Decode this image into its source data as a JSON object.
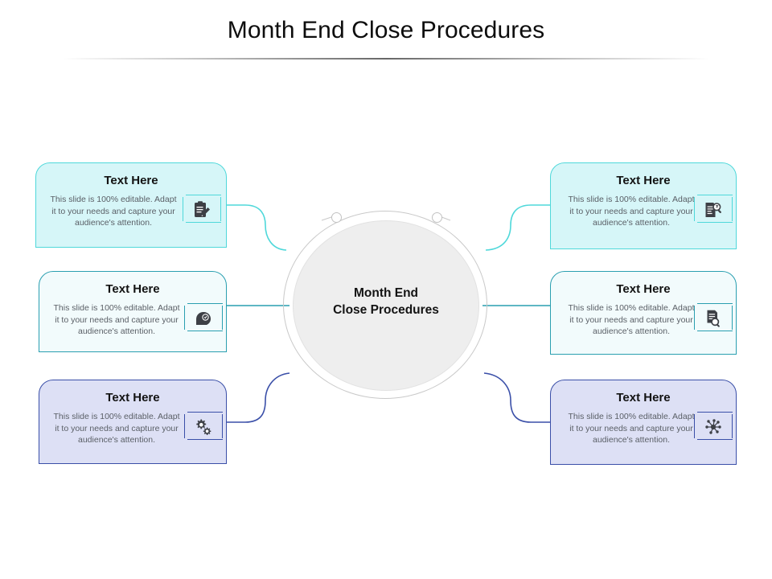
{
  "slide": {
    "title": "Month End Close Procedures",
    "background": "#ffffff"
  },
  "center": {
    "label": "Month End\nClose Procedures",
    "fill": "#eeeeee",
    "ring_color": "#c9c9c9"
  },
  "body_text": "This slide is 100% editable. Adapt it to your needs and capture your audience's attention.",
  "cards": {
    "left": [
      {
        "title": "Text Here",
        "body": "This slide is 100% editable. Adapt it to your needs and capture your audience's attention.",
        "icon": "clipboard-edit-icon",
        "fill": "#d6f6f8",
        "border": "#4fd8da",
        "accent": "#4fd8da"
      },
      {
        "title": "Text Here",
        "body": "This slide is 100% editable. Adapt it to your needs and capture your audience's attention.",
        "icon": "head-brain-idea-icon",
        "fill": "#f2fbfc",
        "border": "#2a9fb0",
        "accent": "#2a9fb0"
      },
      {
        "title": "Text Here",
        "body": "This slide is 100% editable. Adapt it to your needs and capture your audience's attention.",
        "icon": "gears-settings-icon",
        "fill": "#dde0f5",
        "border": "#3a4fa8",
        "accent": "#3a4fa8"
      }
    ],
    "right": [
      {
        "title": "Text Here",
        "body": "This slide is 100% editable. Adapt it to your needs and capture your audience's attention.",
        "icon": "document-search-icon",
        "fill": "#d6f6f8",
        "border": "#4fd8da",
        "accent": "#4fd8da"
      },
      {
        "title": "Text Here",
        "body": "This slide is 100% editable. Adapt it to your needs and capture your audience's attention.",
        "icon": "document-magnifier-icon",
        "fill": "#f2fbfc",
        "border": "#2a9fb0",
        "accent": "#2a9fb0"
      },
      {
        "title": "Text Here",
        "body": "This slide is 100% editable. Adapt it to your needs and capture your audience's attention.",
        "icon": "network-hub-icon",
        "fill": "#dde0f5",
        "border": "#3a4fa8",
        "accent": "#3a4fa8"
      }
    ]
  },
  "connectors": {
    "top_color": "#4fd8da",
    "middle_color": "#2a9fb0",
    "bottom_color": "#3a4fa8"
  }
}
